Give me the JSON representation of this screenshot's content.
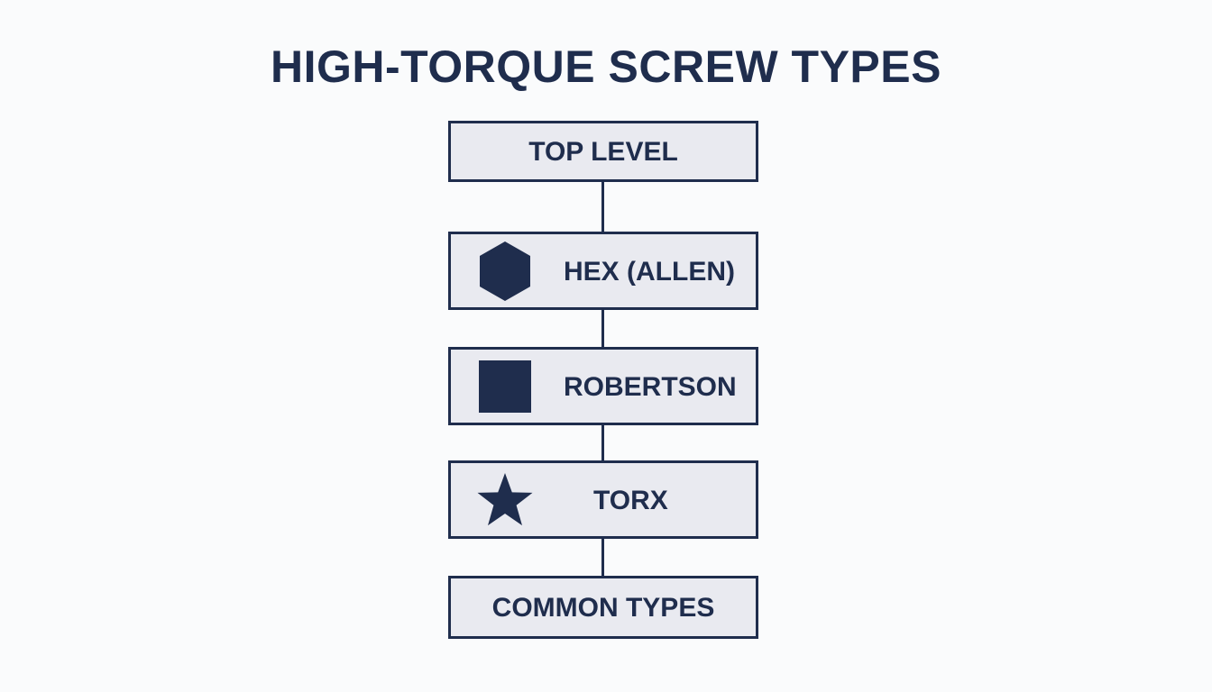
{
  "title": "HIGH-TORQUE SCREW TYPES",
  "nodes": [
    {
      "label": "TOP LEVEL",
      "icon": null
    },
    {
      "label": "HEX (ALLEN)",
      "icon": "hexagon-icon"
    },
    {
      "label": "ROBERTSON",
      "icon": "square-icon"
    },
    {
      "label": "TORX",
      "icon": "star-icon"
    },
    {
      "label": "COMMON TYPES",
      "icon": null
    }
  ],
  "colors": {
    "ink": "#1f2d4d",
    "box_fill": "#e9eaf0",
    "background": "#fafbfc"
  }
}
